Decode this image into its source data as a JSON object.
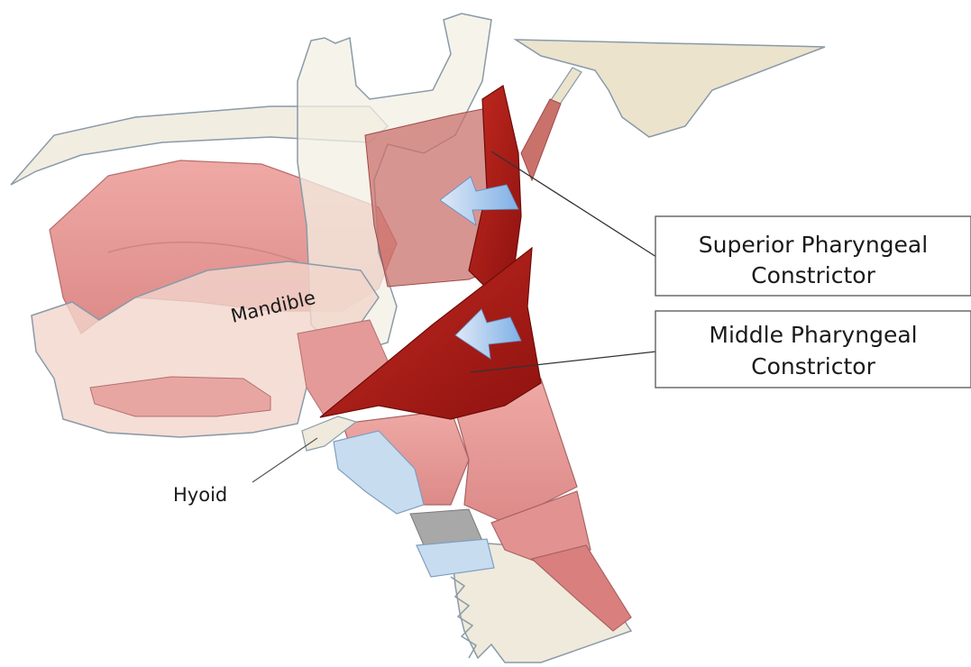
{
  "labels": {
    "mandible": "Mandible",
    "hyoid": "Hyoid",
    "superior_line1": "Superior Pharyngeal",
    "superior_line2": "Constrictor",
    "middle_line1": "Middle Pharyngeal",
    "middle_line2": "Constrictor"
  },
  "colors": {
    "bone": "#efeadc",
    "bone_outline": "#8a9aa8",
    "soft_tissue": "#e59a9a",
    "soft_tissue_light": "#f0b4ad",
    "constrictor": "#a81a14",
    "cartilage": "#c8dcf0",
    "arrow": "#8ab6e4",
    "grey_membrane": "#a8a8a8"
  }
}
